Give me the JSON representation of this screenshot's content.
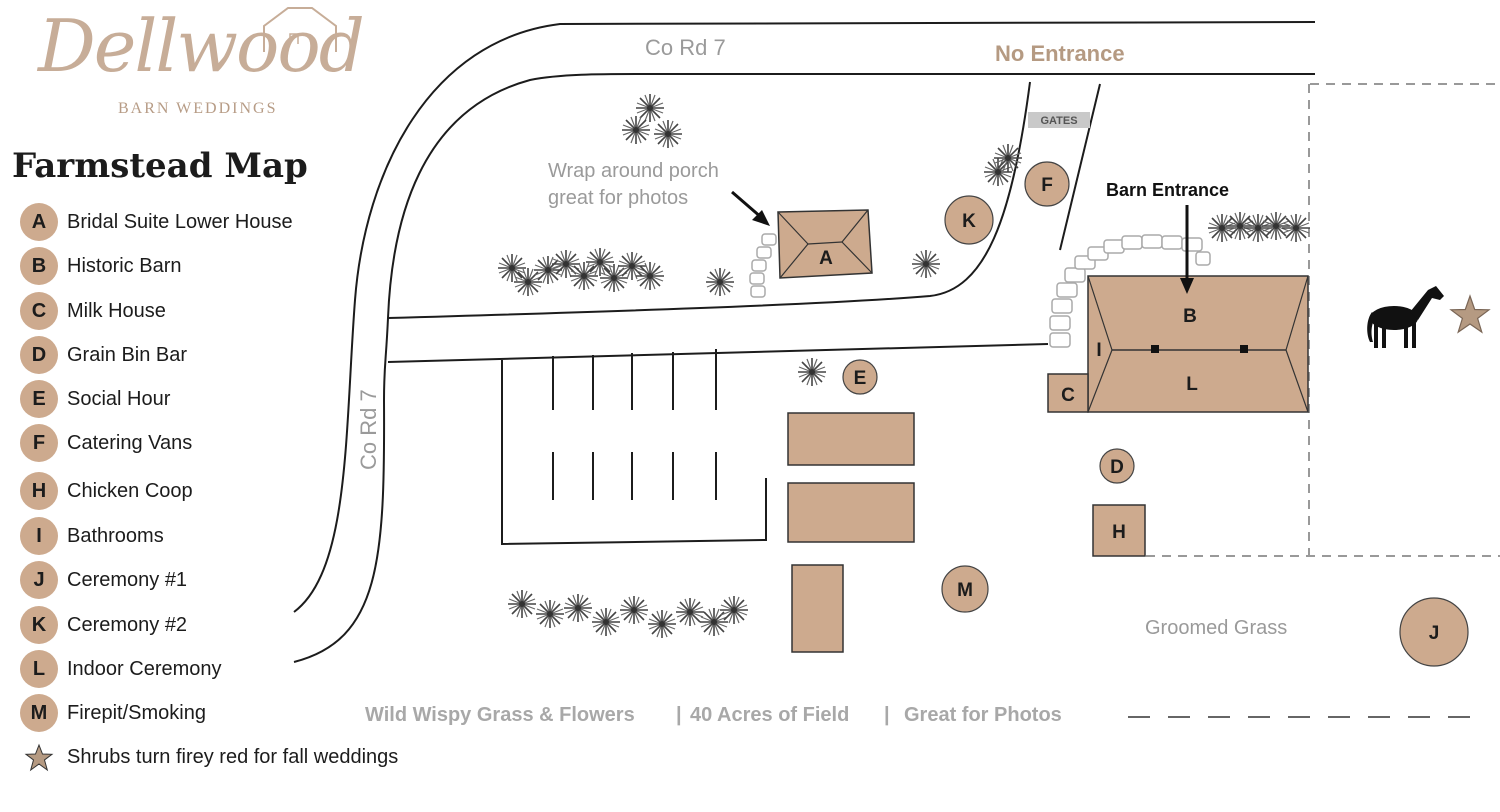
{
  "brand": {
    "logo_script": "Dellwood",
    "logo_subtitle": "BARN WEDDINGS",
    "brand_color": "#c7ad98"
  },
  "legend": {
    "title": "Farmstead Map",
    "items": [
      {
        "key": "A",
        "label": "Bridal Suite Lower House"
      },
      {
        "key": "B",
        "label": "Historic Barn"
      },
      {
        "key": "C",
        "label": "Milk House"
      },
      {
        "key": "D",
        "label": "Grain Bin Bar"
      },
      {
        "key": "E",
        "label": "Social Hour"
      },
      {
        "key": "F",
        "label": "Catering Vans"
      },
      {
        "key": "H",
        "label": "Chicken Coop"
      },
      {
        "key": "I",
        "label": "Bathrooms"
      },
      {
        "key": "J",
        "label": "Ceremony #1"
      },
      {
        "key": "K",
        "label": "Ceremony #2"
      },
      {
        "key": "L",
        "label": "Indoor Ceremony"
      },
      {
        "key": "M",
        "label": "Firepit/Smoking"
      }
    ],
    "star_note": "Shrubs turn firey red for fall weddings",
    "badge_color": "#cdaa8e"
  },
  "map": {
    "road_top": "Co Rd 7",
    "road_side": "Co Rd 7",
    "no_entrance": "No Entrance",
    "gates": "GATES",
    "porch_note_line1": "Wrap around porch",
    "porch_note_line2": "great for photos",
    "barn_entrance": "Barn Entrance",
    "groomed_grass": "Groomed Grass",
    "footer_part1": "Wild Wispy Grass & Flowers",
    "footer_part2": "40 Acres of Field",
    "footer_part3": "Great for Photos",
    "footer_separator": "|",
    "building_color": "#cdaa8e",
    "accent_color": "#b59a82"
  }
}
